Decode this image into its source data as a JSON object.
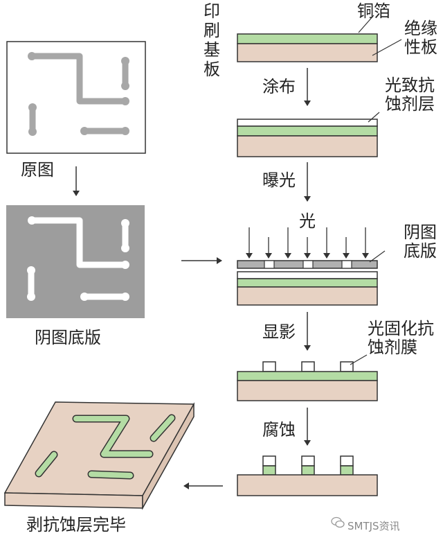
{
  "labels": {
    "substrate": "印刷基板",
    "copper_foil": "铜箔",
    "insulating_board": "绝缘性板",
    "coating": "涂布",
    "photoresist": "光致抗蚀剂层",
    "exposure": "曝光",
    "light": "光",
    "negative_mask": "阴图底版",
    "developing": "显影",
    "cured_film": "光固化抗蚀剂膜",
    "etching": "腐蚀",
    "original": "原图",
    "negative": "阴图底版",
    "finished": "剥抗蚀层完毕"
  },
  "watermark": "SMTJS资讯",
  "colors": {
    "copper": "#b4dca4",
    "board": "#e7d2c3",
    "mask": "#b0b0b0",
    "negative_bg": "#9d9d9d",
    "trace": "#a7a7a7",
    "outline": "#333333"
  }
}
